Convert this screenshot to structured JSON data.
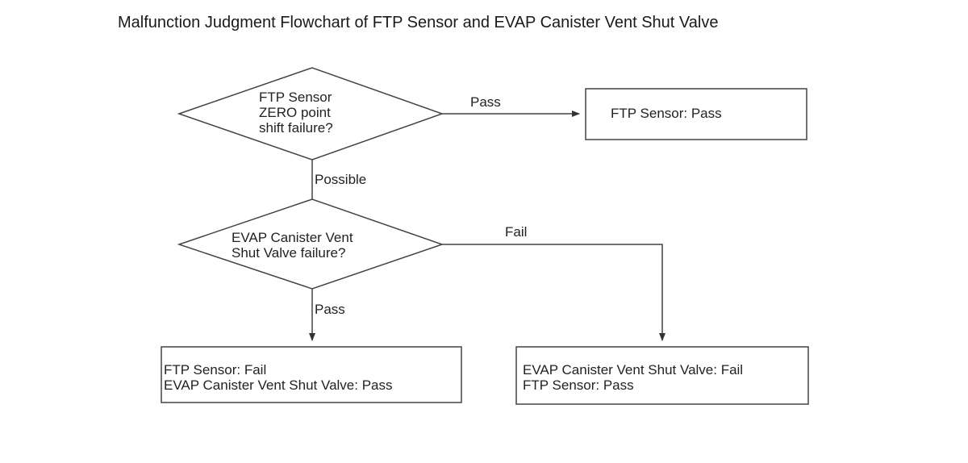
{
  "title": "Malfunction Judgment Flowchart of FTP Sensor and EVAP Canister Vent Shut Valve",
  "decisions": [
    {
      "lines": [
        "FTP Sensor",
        "ZERO point",
        "shift failure?"
      ]
    },
    {
      "lines": [
        "EVAP Canister Vent",
        "Shut Valve failure?"
      ]
    }
  ],
  "edges": {
    "d1_pass": "Pass",
    "d1_possible": "Possible",
    "d2_fail": "Fail",
    "d2_pass": "Pass"
  },
  "results": [
    {
      "lines": [
        "FTP Sensor: Pass"
      ]
    },
    {
      "lines": [
        "FTP Sensor: Fail",
        "EVAP Canister Vent Shut Valve: Pass"
      ]
    },
    {
      "lines": [
        "EVAP Canister Vent Shut Valve: Fail",
        "FTP Sensor: Pass"
      ]
    }
  ],
  "colors": {
    "stroke": "#444444",
    "text": "#222222"
  }
}
